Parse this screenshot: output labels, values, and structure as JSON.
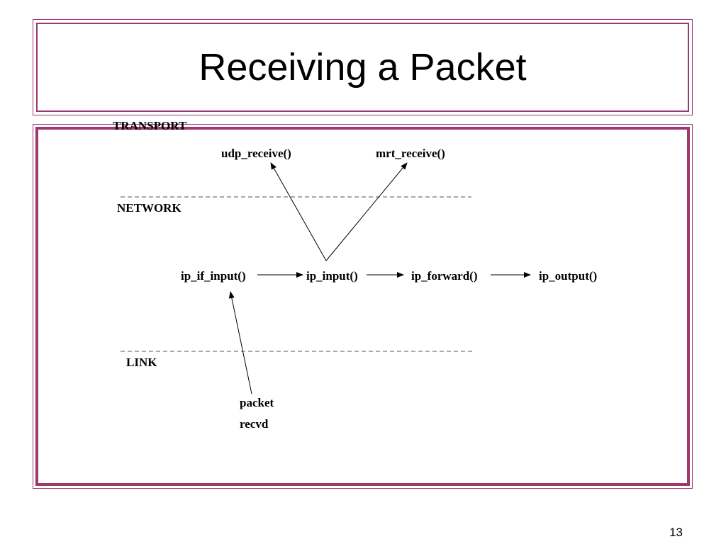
{
  "slide": {
    "title": "Receiving a Packet",
    "page_number": "13"
  },
  "diagram": {
    "layers": {
      "transport": "TRANSPORT",
      "network": "NETWORK",
      "link": "LINK"
    },
    "nodes": {
      "udp_receive": "udp_receive()",
      "mrt_receive": "mrt_receive()",
      "ip_if_input": "ip_if_input()",
      "ip_input": "ip_input()",
      "ip_forward": "ip_forward()",
      "ip_output": "ip_output()",
      "packet_line1": "packet",
      "packet_line2": "recvd"
    },
    "colors": {
      "frame_border": "#9b3a6e",
      "text": "#000000",
      "divider": "#555555"
    }
  }
}
